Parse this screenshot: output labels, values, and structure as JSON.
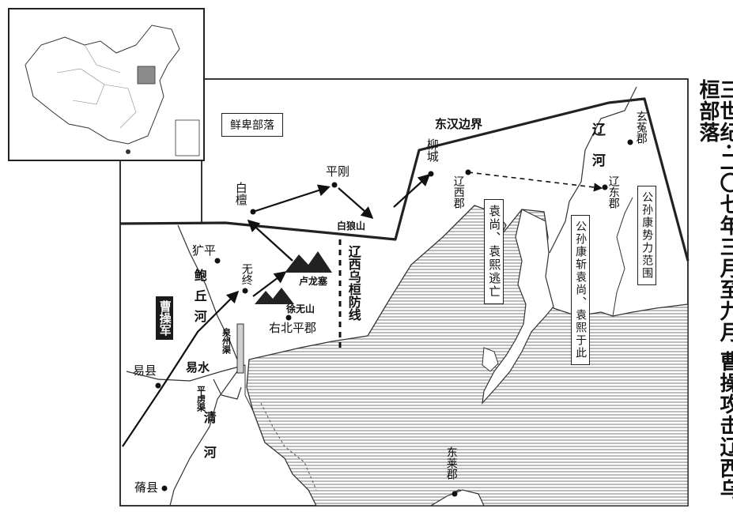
{
  "title": "三世纪·二〇七年三月至九月 曹操攻击辽西乌桓部落",
  "regions": {
    "xianbei": "鲜卑部落",
    "border": "东汉边界",
    "gongsun": "公孙康势力范围"
  },
  "places": {
    "baitan": "白檀",
    "pinggang": "平刚",
    "bailangshan": "白狼山",
    "liucheng": "柳城",
    "liaoxi": "辽西郡",
    "liaodong": "辽东郡",
    "xuantu": "玄菟郡",
    "xiaping": "犷平",
    "wuzhong": "无终",
    "lulongsai": "卢龙塞",
    "xuwushan": "徐无山",
    "youbeiping": "右北平郡",
    "yixian": "易县",
    "qixian": "蓨县",
    "donglai": "东莱郡"
  },
  "rivers": {
    "liaohe": "辽河",
    "baoqiuhe": "鲍丘河",
    "yishui": "易水",
    "qinghe": "清河"
  },
  "canals": {
    "quanzhou": "泉州渠",
    "pinglu": "平虏渠"
  },
  "annotations": {
    "defense_line": "辽西乌桓防线",
    "yuan_flee": "袁尚、袁熙逃亡",
    "gongsun_kill": "公孙康斩袁尚、袁熙于此",
    "caocao_army": "曹操军"
  },
  "colors": {
    "sea_hatch": "#9a9a9a",
    "inset_highlight": "#8c8c8c",
    "army_label_bg": "#1a1a1a"
  }
}
